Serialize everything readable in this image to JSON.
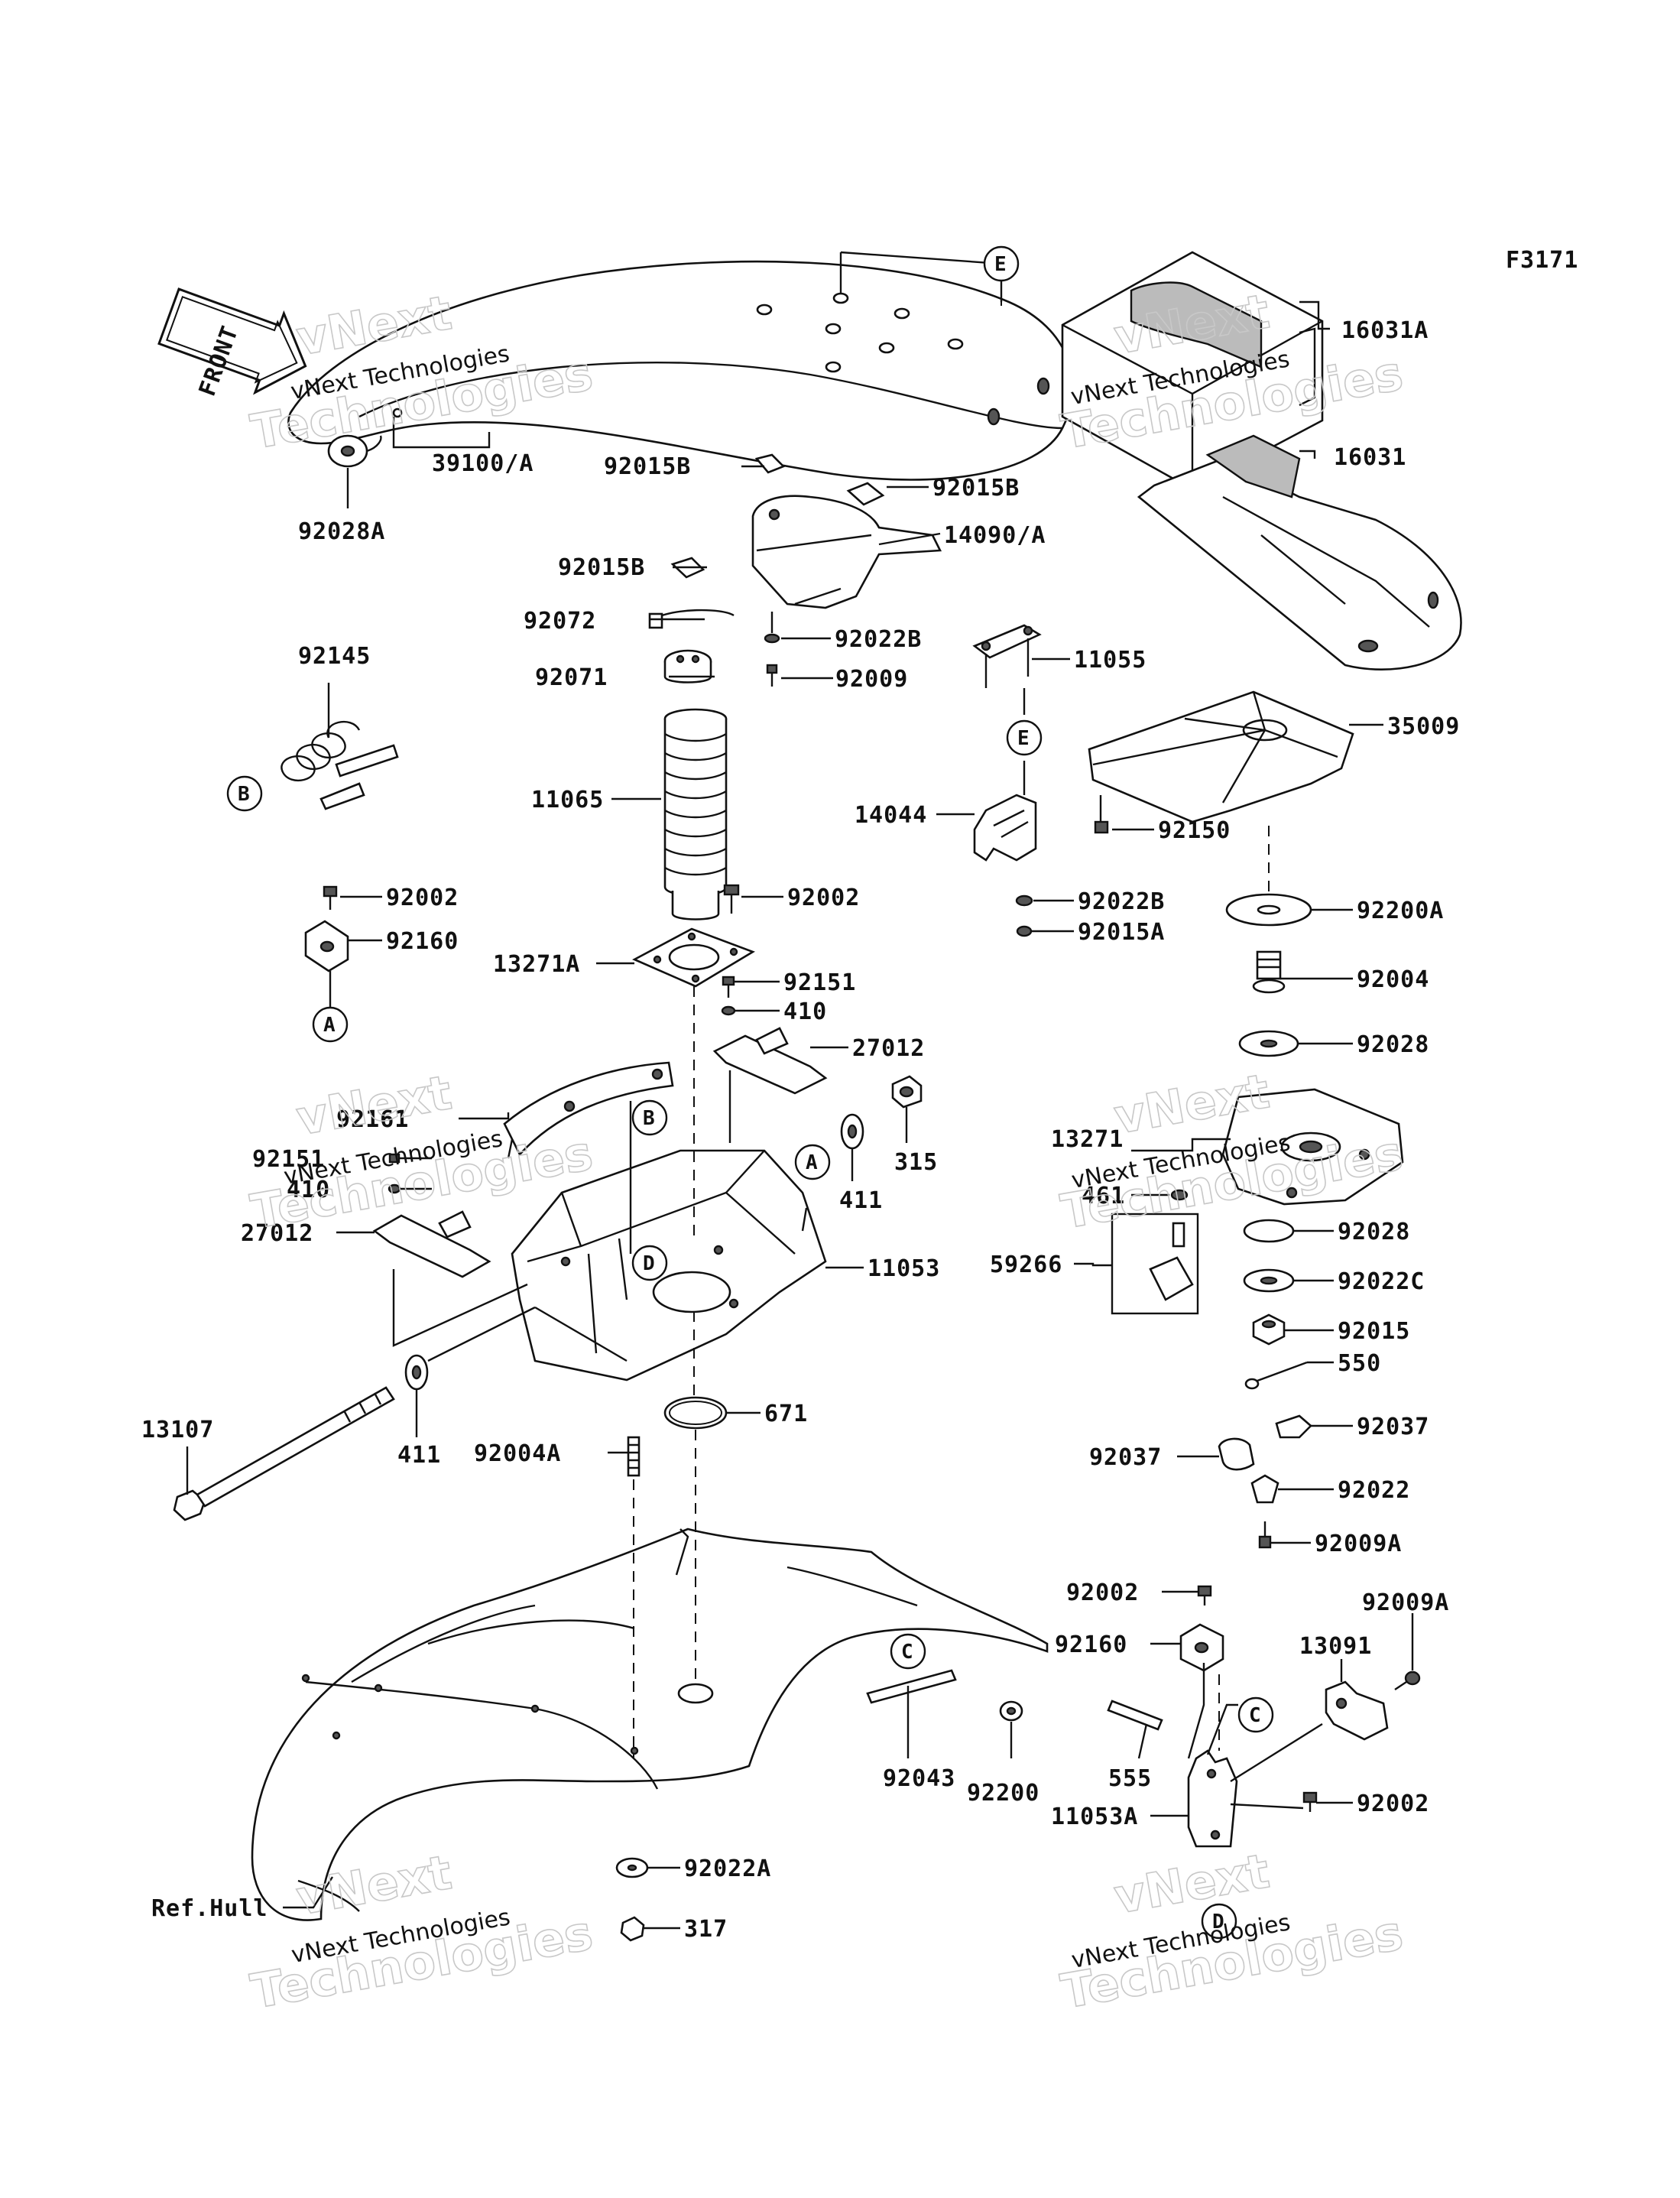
{
  "figure_code": "F3171",
  "front_label": "FRONT",
  "watermark": {
    "company": "vNext Technologies",
    "word1": "vNext",
    "word2": "Technologies"
  },
  "part_labels": [
    "16031A",
    "39100/A",
    "92028A",
    "16031",
    "92015B",
    "92015B",
    "14090/A",
    "92015B",
    "92072",
    "92022B",
    "92071",
    "92009",
    "11055",
    "92145",
    "35009",
    "11065",
    "14044",
    "92150",
    "92002",
    "92002",
    "92022B",
    "92015A",
    "92200A",
    "92160",
    "13271A",
    "92151",
    "92004",
    "410",
    "27012",
    "92028",
    "92161",
    "13271",
    "315",
    "92151",
    "410",
    "411",
    "461",
    "27012",
    "11053",
    "92028",
    "59266",
    "92022C",
    "92015",
    "550",
    "671",
    "13107",
    "92004A",
    "411",
    "92037",
    "92037",
    "92022",
    "92009A",
    "92002",
    "92009A",
    "92160",
    "13091",
    "92043",
    "92200",
    "555",
    "92002",
    "11053A",
    "92022A",
    "Ref.Hull",
    "317"
  ],
  "callouts": [
    "E",
    "E",
    "B",
    "B",
    "A",
    "A",
    "D",
    "D",
    "C",
    "C"
  ]
}
